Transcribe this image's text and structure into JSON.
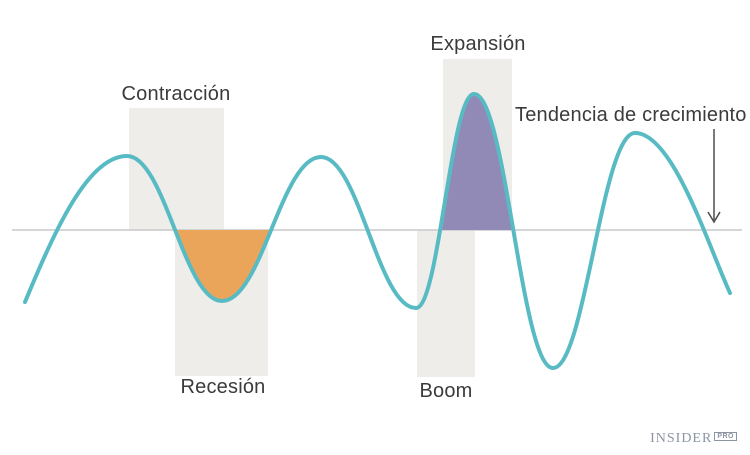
{
  "diagram": {
    "phase_labels": {
      "contraction": "Contracción",
      "expansion": "Expansión",
      "recession": "Recesión",
      "boom": "Boom"
    },
    "trend_annotation": "Tendencia de crecimiento"
  },
  "logo": {
    "brand": "INSIDER",
    "badge": "PRO"
  },
  "colors": {
    "background": "#ffffff",
    "wave": "#58bbc4",
    "recession_fill": "#eba55a",
    "expansion_fill": "#918ab6",
    "highlight_band": "#eeede9",
    "trend_line": "#c9c9c9",
    "label_text": "#3b3b3b",
    "arrow": "#4d4d4d",
    "logo": "#8d95a3"
  }
}
